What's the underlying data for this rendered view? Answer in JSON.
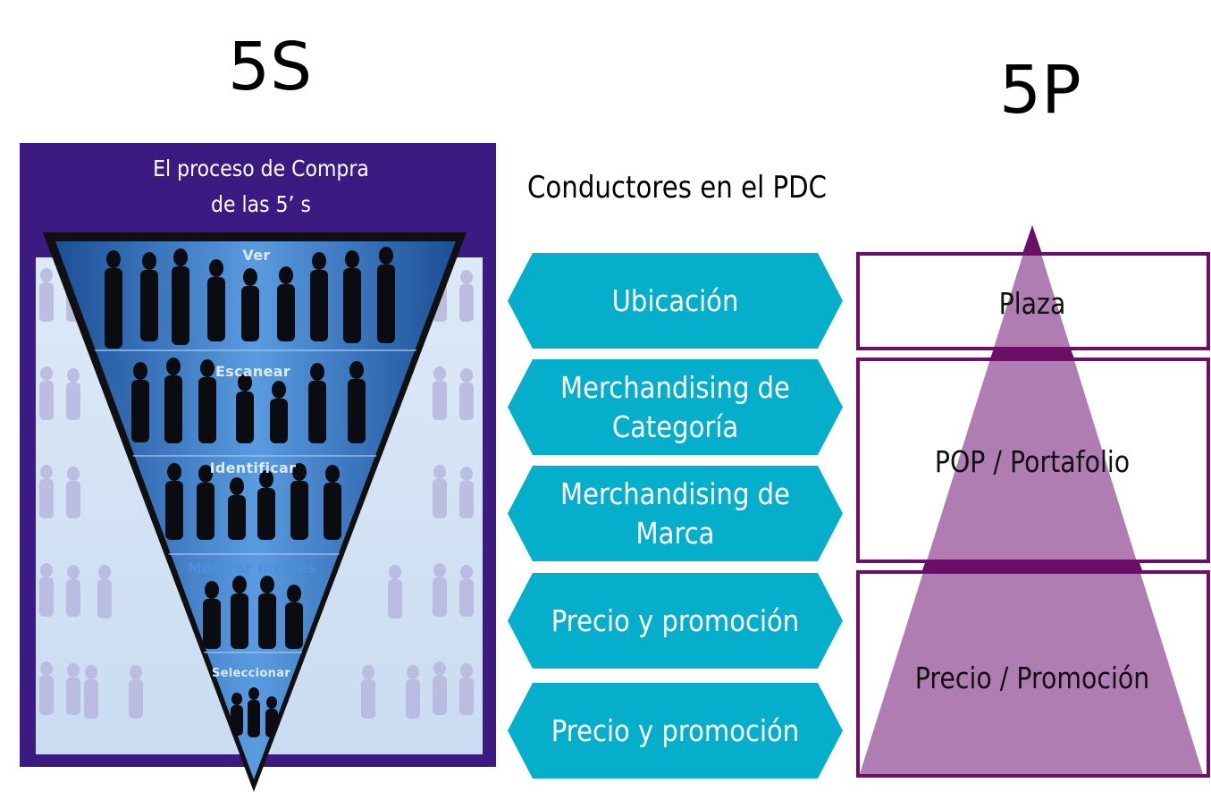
{
  "titles": {
    "left": "5S",
    "right": "5P"
  },
  "funnel": {
    "caption_line1": "El proceso de Compra",
    "caption_line2": "de las 5’ s",
    "stages": [
      "Ver",
      "Escanear",
      "Identificar",
      "Mostrar interés",
      "Seleccionar"
    ]
  },
  "drivers": {
    "heading": "Conductores en el PDC",
    "items": [
      {
        "line1": "Ubicación",
        "line2": ""
      },
      {
        "line1": "Merchandising de",
        "line2": "Categoría"
      },
      {
        "line1": "Merchandising de",
        "line2": "Marca"
      },
      {
        "line1": "Precio y promoción",
        "line2": ""
      },
      {
        "line1": "Precio y promoción",
        "line2": ""
      }
    ]
  },
  "five_p": {
    "levels": [
      "Plaza",
      "POP / Portafolio",
      "Precio / Promoción"
    ]
  },
  "colors": {
    "panel_purple": "#3b1a82",
    "funnel_blue": "#2f6fb8",
    "driver_teal": "#05aecb",
    "pyramid_fill": "#b07db3",
    "pyramid_dark": "#6b0f66",
    "box_border": "#6d0f6a"
  }
}
